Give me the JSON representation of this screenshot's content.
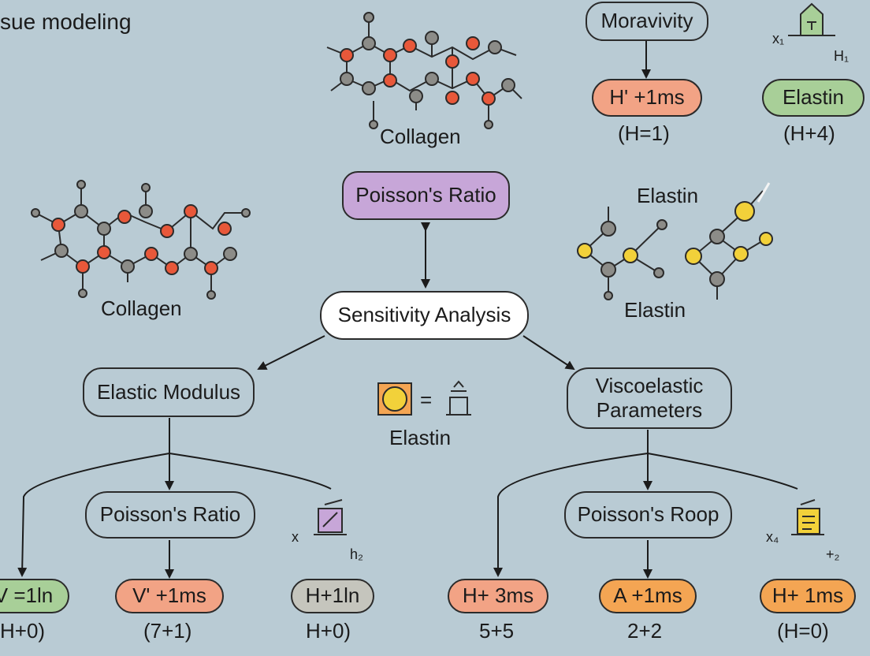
{
  "title": "sue modeling",
  "top_right": {
    "moravivity_label": "Moravivity",
    "h_box_label": "H' +1ms",
    "h_box_caption": "(H=1)",
    "elastin_box_label": "Elastin",
    "elastin_box_caption": "(H+4)",
    "x_sub_label": "x₁",
    "h_sub_label": "H₁"
  },
  "molecules": {
    "top_collagen_label": "Collagen",
    "left_collagen_label": "Collagen",
    "elastin_top_label": "Elastin",
    "elastin_bottom_label": "Elastin"
  },
  "center": {
    "poisson_top_label": "Poisson's Ratio",
    "sensitivity_label": "Sensitivity Analysis",
    "equals_sign": "=",
    "legend_label": "Elastin"
  },
  "left_branch": {
    "elastic_modulus_label": "Elastic Modulus",
    "poisson_label": "Poisson's Ratio",
    "x_label": "x",
    "h2_label": "h₂",
    "leaf_1_label": "V =1ln",
    "leaf_1_caption": "H+0)",
    "leaf_2_label": "V' +1ms",
    "leaf_2_caption": "(7+1)",
    "leaf_3_label": "H+1ln",
    "leaf_3_caption": "H+0)"
  },
  "right_branch": {
    "viscoelastic_label_line1": "Viscoelastic",
    "viscoelastic_label_line2": "Parameters",
    "poisson_roop_label": "Poisson's Roop",
    "x4_label": "x₄",
    "plus2_label": "+₂",
    "leaf_1_label": "H+ 3ms",
    "leaf_1_caption": "5+5",
    "leaf_2_label": "A +1ms",
    "leaf_2_caption": "2+2",
    "leaf_3_label": "H+ 1ms",
    "leaf_3_caption": "(H=0)"
  },
  "colors": {
    "background": "#b9cbd4",
    "collagen_red": "#e8583a",
    "node_grey": "#8c8c88",
    "elastin_yellow": "#f2d13a",
    "purple_fill": "#c7a6d8",
    "salmon_fill": "#f2a385",
    "green_fill": "#a8cf98",
    "orange_fill": "#f4a553"
  }
}
